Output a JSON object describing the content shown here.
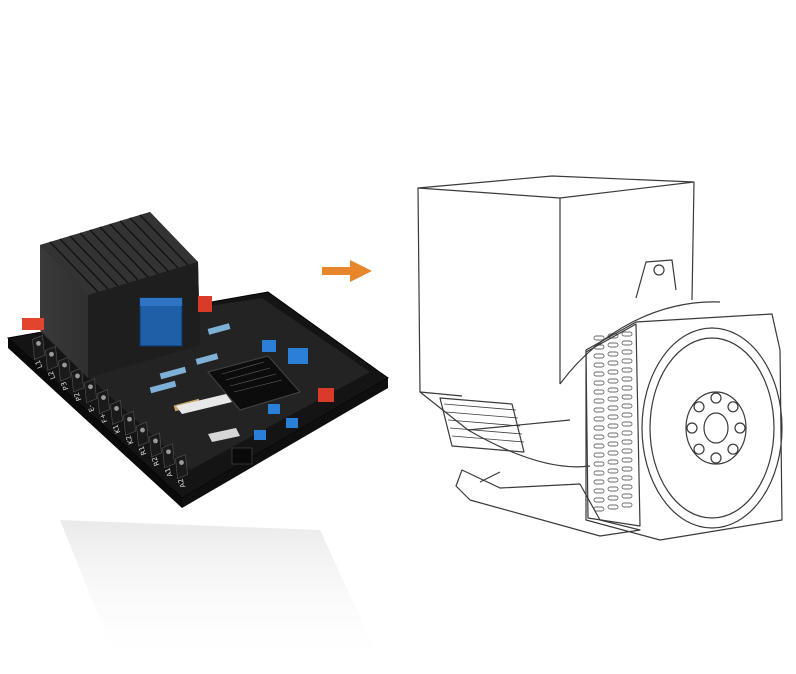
{
  "board": {
    "terminals": [
      "L1",
      "L2",
      "P3",
      "P2",
      "E-",
      "F+",
      "K1",
      "K2",
      "R1",
      "R2",
      "A1",
      "A2"
    ],
    "body_color": "#1c1c1c",
    "heatsink_color": "#2a2a2a",
    "capacitor_color": "#1f5fa8",
    "fuse_color": "#e2452e"
  },
  "arrow": {
    "color": "#e8862b"
  },
  "generator": {
    "line_color": "#3a3a3a"
  }
}
